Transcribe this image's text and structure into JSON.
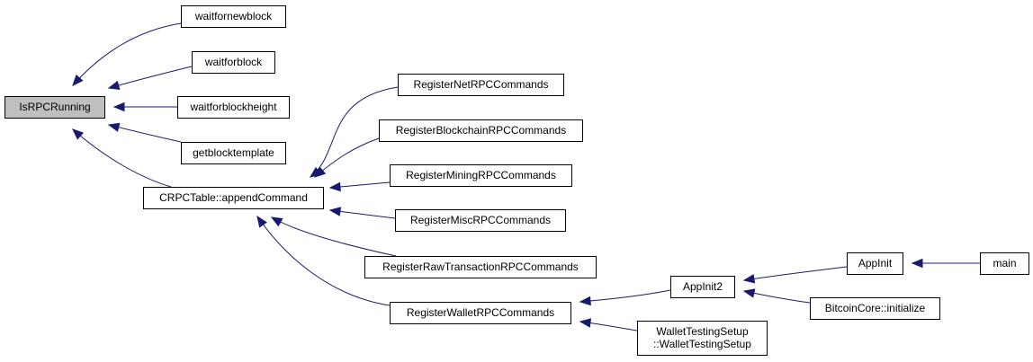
{
  "graph": {
    "nodes": [
      {
        "id": "isrpcrunning",
        "lines": [
          "IsRPCRunning"
        ],
        "highlight": true
      },
      {
        "id": "waitfornewblock",
        "lines": [
          "waitfornewblock"
        ]
      },
      {
        "id": "waitforblock",
        "lines": [
          "waitforblock"
        ]
      },
      {
        "id": "waitforblockheight",
        "lines": [
          "waitforblockheight"
        ]
      },
      {
        "id": "getblocktemplate",
        "lines": [
          "getblocktemplate"
        ]
      },
      {
        "id": "appendcommand",
        "lines": [
          "CRPCTable::appendCommand"
        ]
      },
      {
        "id": "registernet",
        "lines": [
          "RegisterNetRPCCommands"
        ]
      },
      {
        "id": "registerblockchain",
        "lines": [
          "RegisterBlockchainRPCCommands"
        ]
      },
      {
        "id": "registermining",
        "lines": [
          "RegisterMiningRPCCommands"
        ]
      },
      {
        "id": "registermisc",
        "lines": [
          "RegisterMiscRPCCommands"
        ]
      },
      {
        "id": "registerrawtx",
        "lines": [
          "RegisterRawTransactionRPCCommands"
        ]
      },
      {
        "id": "registerwallet",
        "lines": [
          "RegisterWalletRPCCommands"
        ]
      },
      {
        "id": "appinit2",
        "lines": [
          "AppInit2"
        ]
      },
      {
        "id": "wallettestingsetup",
        "lines": [
          "WalletTestingSetup",
          "::WalletTestingSetup"
        ]
      },
      {
        "id": "appinit",
        "lines": [
          "AppInit"
        ]
      },
      {
        "id": "bitcoincoreinit",
        "lines": [
          "BitcoinCore::initialize"
        ]
      },
      {
        "id": "main",
        "lines": [
          "main"
        ]
      }
    ],
    "edges": [
      {
        "from": "waitfornewblock",
        "to": "isrpcrunning"
      },
      {
        "from": "waitforblock",
        "to": "isrpcrunning"
      },
      {
        "from": "waitforblockheight",
        "to": "isrpcrunning"
      },
      {
        "from": "getblocktemplate",
        "to": "isrpcrunning"
      },
      {
        "from": "appendcommand",
        "to": "isrpcrunning"
      },
      {
        "from": "registernet",
        "to": "appendcommand"
      },
      {
        "from": "registerblockchain",
        "to": "appendcommand"
      },
      {
        "from": "registermining",
        "to": "appendcommand"
      },
      {
        "from": "registermisc",
        "to": "appendcommand"
      },
      {
        "from": "registerrawtx",
        "to": "appendcommand"
      },
      {
        "from": "registerwallet",
        "to": "appendcommand"
      },
      {
        "from": "appinit2",
        "to": "registerwallet"
      },
      {
        "from": "wallettestingsetup",
        "to": "registerwallet"
      },
      {
        "from": "appinit",
        "to": "appinit2"
      },
      {
        "from": "bitcoincoreinit",
        "to": "appinit2"
      },
      {
        "from": "main",
        "to": "appinit"
      }
    ],
    "colors": {
      "edge": "#191970",
      "highlight_fill": "#bfbfbf",
      "node_border": "#000000"
    }
  }
}
